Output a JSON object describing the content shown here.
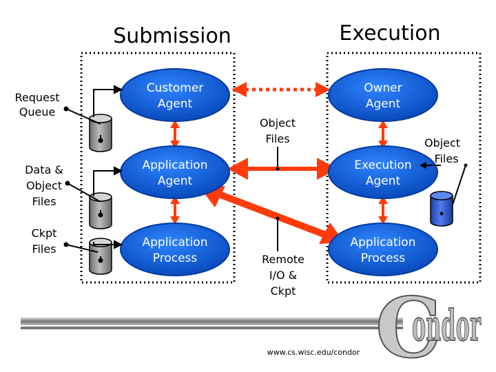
{
  "titles": {
    "submission": "Submission",
    "execution": "Execution"
  },
  "submission_agents": [
    {
      "line1": "Customer",
      "line2": "Agent"
    },
    {
      "line1": "Application",
      "line2": "Agent"
    },
    {
      "line1": "Application",
      "line2": "Process"
    }
  ],
  "execution_agents": [
    {
      "line1": "Owner",
      "line2": "Agent"
    },
    {
      "line1": "Execution",
      "line2": "Agent"
    },
    {
      "line1": "Application",
      "line2": "Process"
    }
  ],
  "left_labels": [
    {
      "line1": "Request",
      "line2": "Queue",
      "line3": ""
    },
    {
      "line1": "Data &",
      "line2": "Object",
      "line3": "Files"
    },
    {
      "line1": "Ckpt",
      "line2": "Files",
      "line3": ""
    }
  ],
  "center_labels": {
    "object_files": {
      "line1": "Object",
      "line2": "Files"
    },
    "remote_io": {
      "line1": "Remote",
      "line2": "I/O &",
      "line3": "Ckpt"
    }
  },
  "right_label": {
    "line1": "Object",
    "line2": "Files"
  },
  "logo": {
    "initial": "C",
    "rest": "ondor"
  },
  "url": "www.cs.wisc.edu/condor",
  "colors": {
    "ellipse": "#0a5bd6",
    "arrow": "#ff3b0a",
    "disk_gray": "#9a9a9a",
    "disk_blue": "#2a5bd8"
  }
}
